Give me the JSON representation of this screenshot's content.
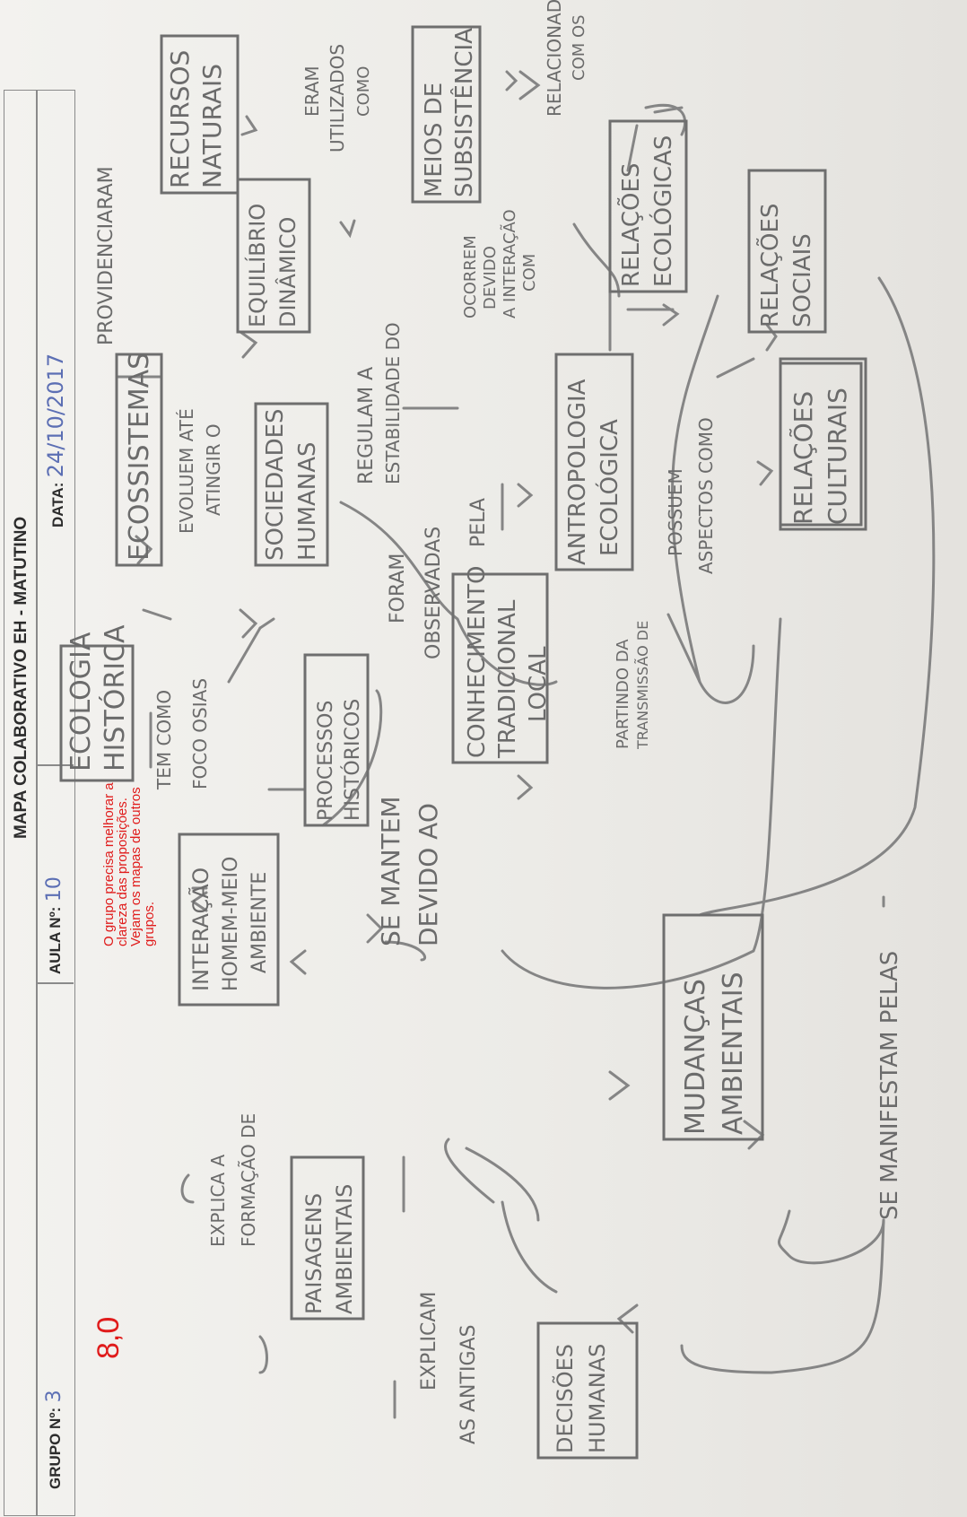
{
  "header": {
    "title": "MAPA COLABORATIVO EH - MATUTINO",
    "grupo_label": "GRUPO Nº:",
    "grupo_value": "3",
    "aula_label": "AULA Nº:",
    "aula_value": "10",
    "data_label": "DATA:",
    "data_value": "24/10/2017"
  },
  "grading": {
    "grade": "8,0",
    "comment": [
      "O grupo precisa melhorar a",
      "clareza das proposições.",
      "Vejam os mapas de outros",
      "grupos."
    ]
  },
  "concepts": {
    "ecologia_historica": [
      "ECOLOGIA",
      "HISTÓRICA"
    ],
    "ecossistemas": [
      "ECOSSISTEMAS"
    ],
    "recursos_naturais": [
      "RECURSOS",
      "NATURAIS"
    ],
    "equilibrio_dinamico": [
      "EQUILÍBRIO",
      "DINÂMICO"
    ],
    "meios_de_subsistencia": [
      "MEIOS DE",
      "SUBSISTÊNCIA"
    ],
    "sociedades_humanas": [
      "SOCIEDADES",
      "HUMANAS"
    ],
    "processos_historicos": [
      "PROCESSOS",
      "HISTÓRICOS"
    ],
    "interacao": [
      "INTERAÇÃO",
      "HOMEM-MEIO",
      "AMBIENTE"
    ],
    "conhecimento": [
      "CONHECIMENTO",
      "TRADICIONAL",
      "LOCAL"
    ],
    "antropologia": [
      "ANTROPOLOGIA",
      "ECOLÓGICA"
    ],
    "relacoes_ecologicas": [
      "RELAÇÕES",
      "ECOLÓGICAS"
    ],
    "relacoes_sociais": [
      "RELAÇÕES",
      "SOCIAIS"
    ],
    "relacoes_culturais": [
      "RELAÇÕES",
      "CULTURAIS"
    ],
    "paisagens": [
      "PAISAGENS",
      "AMBIENTAIS"
    ],
    "mudancas": [
      "MUDANÇAS",
      "AMBIENTAIS"
    ],
    "decisoes": [
      "DECISÕES",
      "HUMANAS"
    ]
  },
  "links": {
    "providenciaram": "PROVIDENCIARAM",
    "evoluem": [
      "EVOLUEM ATÉ",
      "ATINGIR O"
    ],
    "regulam": [
      "REGULAM A",
      "ESTABILIDADE DO"
    ],
    "eram": [
      "ERAM",
      "UTILIZADOS",
      "COMO"
    ],
    "ocorrem": [
      "OCORREM",
      "DEVIDO",
      "A INTERAÇÃO",
      "COM"
    ],
    "relacionadas": [
      "RELACIONADAS",
      "COM OS"
    ],
    "tem_como": [
      "TEM COMO",
      "FOCO OSIAS"
    ],
    "foram": [
      "FORAM",
      "OBSERVADAS"
    ],
    "pela": "PELA",
    "possuem": [
      "POSSUEM",
      "ASPECTOS COMO"
    ],
    "se_mantem": [
      "SE MANTEM",
      "DEVIDO AO"
    ],
    "partindo": [
      "PARTINDO DA",
      "TRANSMISSÃO DE"
    ],
    "explica": [
      "EXPLICA A",
      "FORMAÇÃO DE"
    ],
    "explicam": [
      "EXPLICAM",
      "AS ANTIGAS"
    ],
    "se_manifestam": "SE MANIFESTAM PELAS"
  }
}
